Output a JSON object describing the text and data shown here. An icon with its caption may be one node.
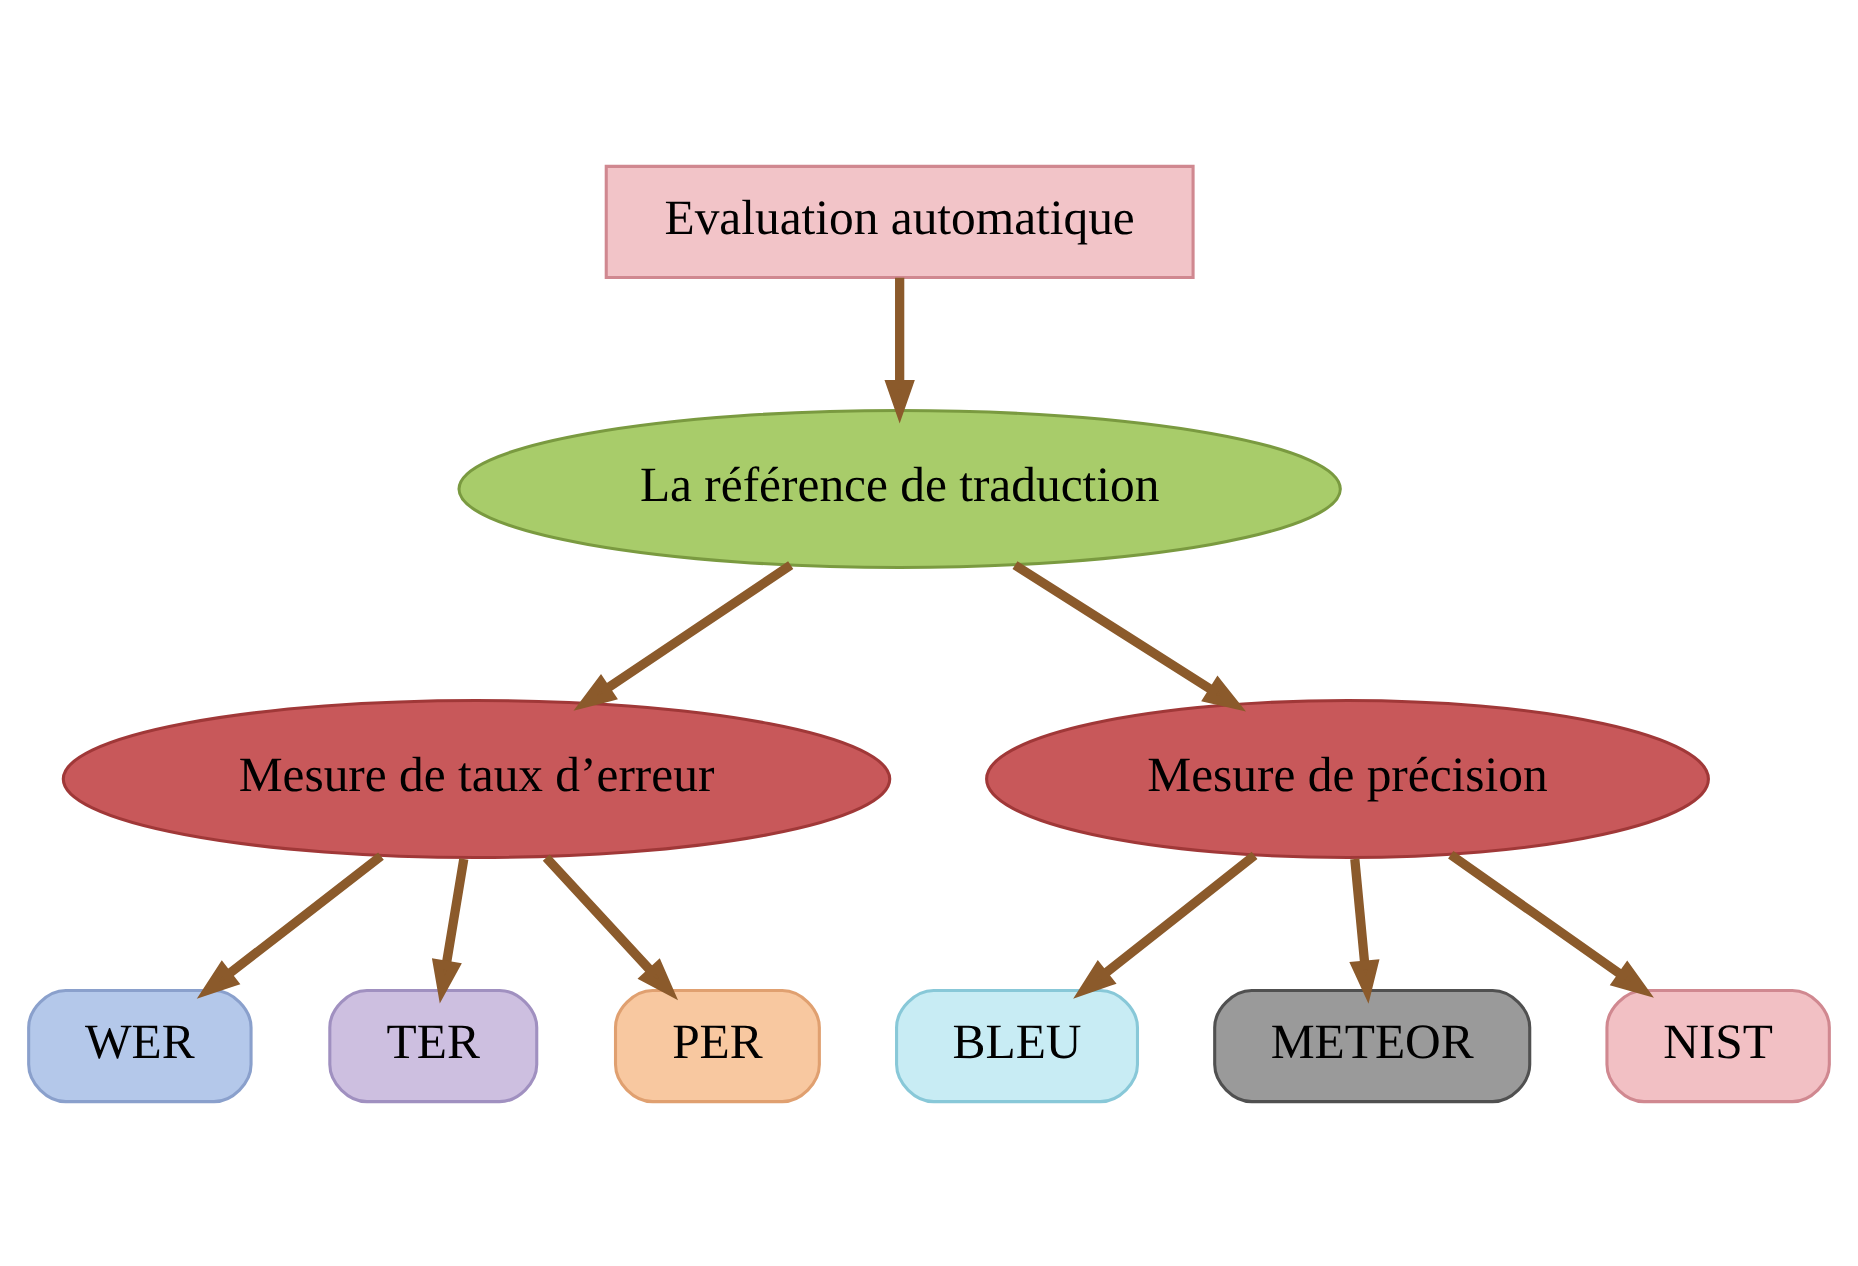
{
  "diagram": {
    "nodes": [
      {
        "text": [
          "Evaluation automatique"
        ]
      },
      {
        "text": [
          "La référence de traduction"
        ]
      },
      {
        "text": [
          "Mesure de taux d’erreur"
        ]
      },
      {
        "text": [
          "Mesure de précision"
        ]
      },
      {
        "text": [
          "WER"
        ]
      },
      {
        "text": [
          "TER"
        ]
      },
      {
        "text": [
          "PER"
        ]
      },
      {
        "text": [
          "BLEU"
        ]
      },
      {
        "text": [
          "METEOR"
        ]
      },
      {
        "text": [
          "NIST"
        ]
      }
    ],
    "edges": [
      {
        "from": 0,
        "to": 1,
        "arrow": "to"
      },
      {
        "from": 1,
        "to": 2,
        "arrow": "to"
      },
      {
        "from": 1,
        "to": 3,
        "arrow": "to"
      },
      {
        "from": 2,
        "to": 4,
        "arrow": "to"
      },
      {
        "from": 2,
        "to": 5,
        "arrow": "to"
      },
      {
        "from": 2,
        "to": 6,
        "arrow": "to"
      },
      {
        "from": 3,
        "to": 7,
        "arrow": "to"
      },
      {
        "from": 3,
        "to": 8,
        "arrow": "to"
      },
      {
        "from": 3,
        "to": 9,
        "arrow": "to"
      }
    ]
  }
}
